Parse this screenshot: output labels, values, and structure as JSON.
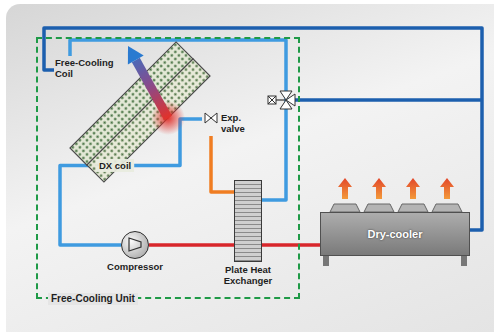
{
  "diagram": {
    "nodes": [
      {
        "text": [
          "Free-Cooling Unit"
        ]
      },
      {
        "text": [
          "Free-Cooling Coil"
        ],
        "in": 0
      },
      {
        "text": [
          "DX coil"
        ],
        "in": 0
      },
      {
        "text": [
          "Exp. valve"
        ],
        "in": 0
      },
      {
        "text": [
          "Plate Heat Exchanger"
        ],
        "in": 0
      },
      {
        "text": [
          "Compressor"
        ],
        "in": 0
      },
      {
        "text": [
          "Dry-cooler"
        ]
      }
    ],
    "edges": [
      {
        "from": 2,
        "to": 5,
        "arrow": "none"
      },
      {
        "from": 5,
        "to": 4,
        "arrow": "none"
      },
      {
        "from": 4,
        "to": 3,
        "arrow": "none"
      },
      {
        "from": 3,
        "to": 2,
        "arrow": "none"
      },
      {
        "from": 1,
        "to": 4,
        "arrow": "none"
      },
      {
        "from": 4,
        "to": 6,
        "arrow": "none"
      },
      {
        "from": 6,
        "to": 1,
        "arrow": "none"
      }
    ]
  }
}
